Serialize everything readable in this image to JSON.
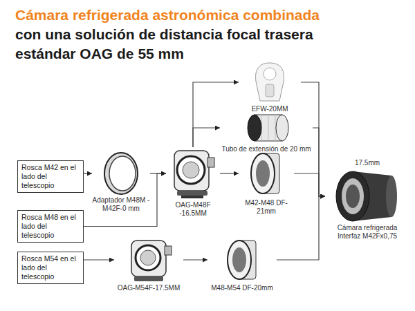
{
  "diagram": {
    "title": "Cámara refrigerada astronómica combinada con una solución de distancia focal trasera estándar OAG de 55 mm",
    "nodes": [
      {
        "text": [
          "Rosca M42 en el lado del telescopio"
        ]
      },
      {
        "text": [
          "Rosca M48 en el lado del telescopio"
        ]
      },
      {
        "text": [
          "Rosca M54 en el lado del telescopio"
        ]
      },
      {
        "text": [
          "Adaptador M48M -M42F-0 mm"
        ]
      },
      {
        "text": [
          "OAG-M48F -16.5MM"
        ]
      },
      {
        "text": [
          "EFW-20MM"
        ]
      },
      {
        "text": [
          "Tubo de extensión de 20 mm"
        ]
      },
      {
        "text": [
          "M42-M48 DF-21mm"
        ]
      },
      {
        "text": [
          "Cámara refrigerada Interfaz M42Fx0,75"
        ]
      },
      {
        "text": [
          "OAG-M54F-17.5MM"
        ]
      },
      {
        "text": [
          "M48-M54 DF-20mm"
        ]
      }
    ],
    "edges": [
      {
        "from": 0,
        "to": 3,
        "arrow": "to"
      },
      {
        "from": 3,
        "to": 4,
        "arrow": "to"
      },
      {
        "from": 1,
        "to": 4,
        "arrow": "to"
      },
      {
        "from": 4,
        "to": 5,
        "arrow": "to"
      },
      {
        "from": 4,
        "to": 6,
        "arrow": "to"
      },
      {
        "from": 4,
        "to": 7,
        "arrow": "to"
      },
      {
        "from": 5,
        "to": 8,
        "arrow": "to"
      },
      {
        "from": 6,
        "to": 8,
        "arrow": "to"
      },
      {
        "from": 7,
        "to": 8,
        "arrow": "to"
      },
      {
        "from": 2,
        "to": 9,
        "arrow": "to"
      },
      {
        "from": 9,
        "to": 10,
        "arrow": "to"
      },
      {
        "from": 10,
        "to": 8,
        "arrow": "to"
      }
    ],
    "labels": [
      "17.5mm"
    ]
  }
}
